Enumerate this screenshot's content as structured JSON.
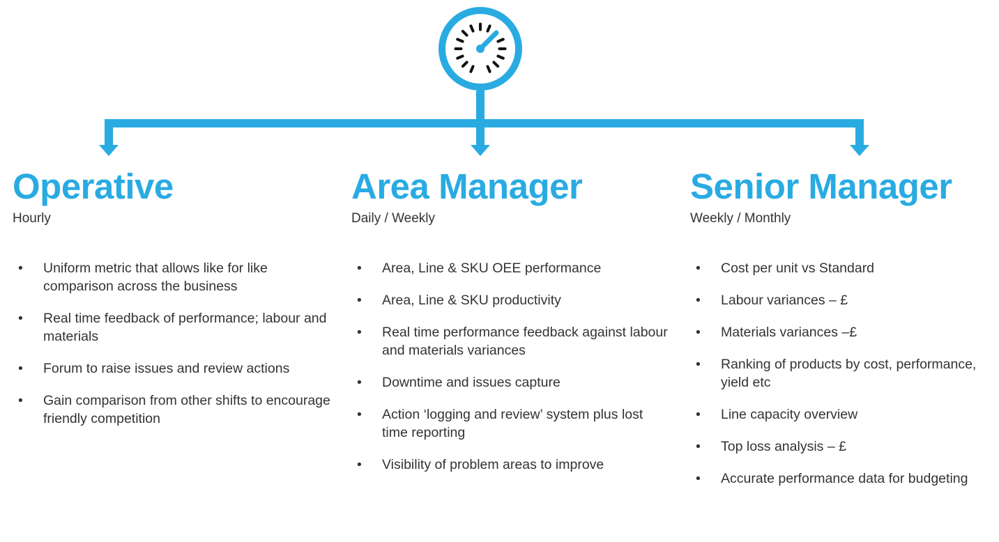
{
  "colors": {
    "accent": "#29abe2",
    "text": "#333333"
  },
  "icon": "speedometer-gauge-icon",
  "bullet_glyph": "•",
  "columns": [
    {
      "title": "Operative",
      "subtitle": "Hourly",
      "items": [
        "Uniform metric that allows like for like comparison across the business",
        "Real time feedback of performance; labour and materials",
        "Forum to raise issues and review actions",
        "Gain comparison from other shifts to encourage friendly competition"
      ]
    },
    {
      "title": "Area Manager",
      "subtitle": "Daily / Weekly",
      "items": [
        "Area, Line & SKU OEE performance",
        "Area, Line & SKU productivity",
        "Real time performance feedback against labour and materials variances",
        "Downtime and issues capture",
        "Action ‘logging and review’ system plus lost time reporting",
        "Visibility of problem areas to improve"
      ]
    },
    {
      "title": "Senior Manager",
      "subtitle": "Weekly / Monthly",
      "items": [
        "Cost per unit vs Standard",
        "Labour variances – £",
        "Materials variances –£",
        "Ranking of products by cost, performance, yield etc",
        "Line capacity overview",
        "Top loss analysis – £",
        "Accurate performance data for budgeting"
      ]
    }
  ]
}
